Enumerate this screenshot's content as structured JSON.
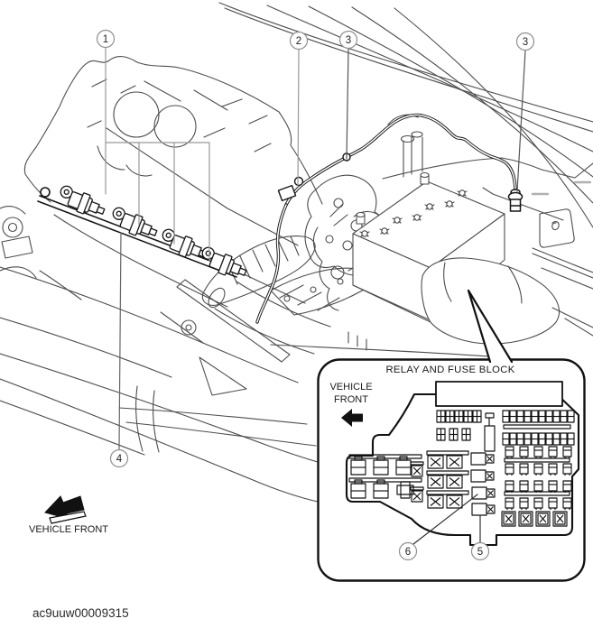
{
  "figure_code": "ac9uuw00009315",
  "main": {
    "vehicle_front_label": "VEHICLE FRONT"
  },
  "inset": {
    "title": "RELAY AND FUSE BLOCK",
    "vehicle_front_line1": "VEHICLE",
    "vehicle_front_line2": "FRONT"
  },
  "callouts": [
    {
      "id": "1",
      "label": "1"
    },
    {
      "id": "2",
      "label": "2"
    },
    {
      "id": "3a",
      "label": "3"
    },
    {
      "id": "3b",
      "label": "3"
    },
    {
      "id": "4",
      "label": "4"
    },
    {
      "id": "5",
      "label": "5"
    },
    {
      "id": "6",
      "label": "6"
    }
  ],
  "colors": {
    "art_line": "#4d4d4d",
    "dark_line": "#151515",
    "leader": "#8f8f8f",
    "background": "#ffffff"
  }
}
